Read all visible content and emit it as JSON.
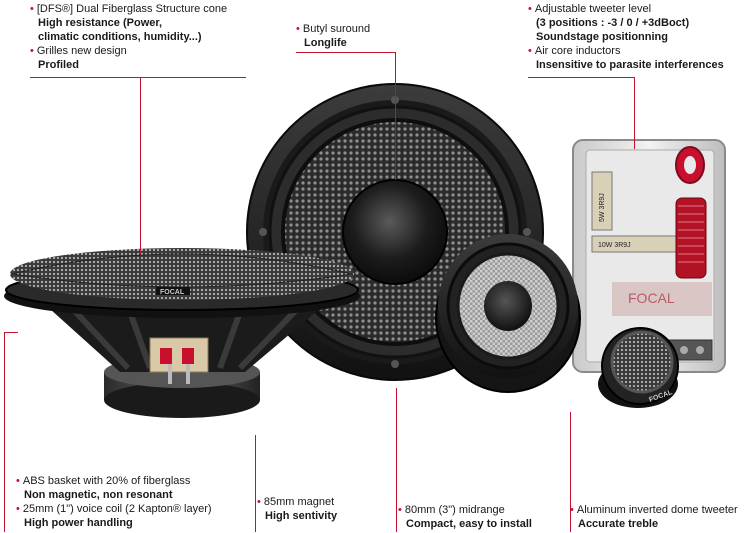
{
  "annotations": {
    "cone": {
      "lines": [
        {
          "text": "[DFS®] Dual Fiberglass Structure cone",
          "bold": false,
          "bullet": true
        },
        {
          "text": "High resistance (Power,",
          "bold": true,
          "bullet": false
        },
        {
          "text": "climatic conditions, humidity...)",
          "bold": true,
          "bullet": false
        },
        {
          "text": "Grilles new design",
          "bold": false,
          "bullet": true
        },
        {
          "text": "Profiled",
          "bold": true,
          "bullet": false
        }
      ]
    },
    "surround": {
      "lines": [
        {
          "text": "Butyl suround",
          "bold": false,
          "bullet": true
        },
        {
          "text": "Longlife",
          "bold": true,
          "bullet": false
        }
      ]
    },
    "crossover": {
      "lines": [
        {
          "text": "Adjustable tweeter level",
          "bold": false,
          "bullet": true
        },
        {
          "text": "(3 positions : -3 / 0 / +3dBoct)",
          "bold": true,
          "bullet": false
        },
        {
          "text": "Soundstage positionning",
          "bold": true,
          "bullet": false
        },
        {
          "text": "Air core inductors",
          "bold": false,
          "bullet": true
        },
        {
          "text": "Insensitive to parasite interferences",
          "bold": true,
          "bullet": false
        }
      ]
    },
    "basket": {
      "lines": [
        {
          "text": "ABS basket with 20% of fiberglass",
          "bold": false,
          "bullet": true
        },
        {
          "text": "Non magnetic, non resonant",
          "bold": true,
          "bullet": false
        },
        {
          "text": "25mm (1\") voice coil (2 Kapton® layer)",
          "bold": false,
          "bullet": true
        },
        {
          "text": "High power handling",
          "bold": true,
          "bullet": false
        }
      ]
    },
    "magnet": {
      "lines": [
        {
          "text": "85mm magnet",
          "bold": false,
          "bullet": true
        },
        {
          "text": "High sentivity",
          "bold": true,
          "bullet": false
        }
      ]
    },
    "midrange": {
      "lines": [
        {
          "text": "80mm (3\") midrange",
          "bold": false,
          "bullet": true
        },
        {
          "text": "Compact, easy to install",
          "bold": true,
          "bullet": false
        }
      ]
    },
    "tweeter": {
      "lines": [
        {
          "text": "Aluminum inverted dome tweeter",
          "bold": false,
          "bullet": true
        },
        {
          "text": "Accurate treble",
          "bold": true,
          "bullet": false
        }
      ]
    }
  },
  "colors": {
    "accent": "#c8102e"
  },
  "product_markings": {
    "grille_logo": "FOCAL",
    "tweeter_logo": "FOCAL",
    "resistor_1": "5W 3R9J",
    "resistor_2": "10W 3R9J",
    "board_logo": "FOCAL"
  }
}
